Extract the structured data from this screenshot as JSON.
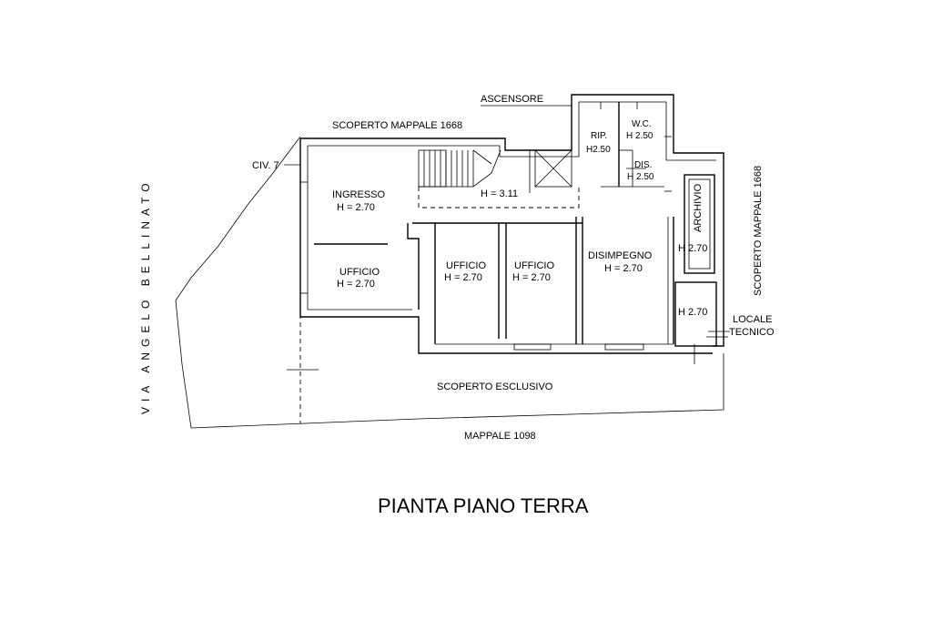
{
  "title": "PIANTA PIANO TERRA",
  "street": "VIA ANGELO BELLINATO",
  "labels": {
    "ascensore": "ASCENSORE",
    "scoperto_top": "SCOPERTO MAPPALE 1668",
    "scoperto_right": "SCOPERTO MAPPALE 1668",
    "civ": "CIV. 7",
    "scoperto_esclusivo": "SCOPERTO ESCLUSIVO",
    "mappale_1098": "MAPPALE 1098",
    "locale": "LOCALE",
    "tecnico": "TECNICO",
    "archivio": "ARCHIVIO"
  },
  "rooms": {
    "ingresso": {
      "name": "INGRESSO",
      "height": "H = 2.70"
    },
    "ufficio1": {
      "name": "UFFICIO",
      "height": "H = 2.70"
    },
    "ufficio2": {
      "name": "UFFICIO",
      "height": "H = 2.70"
    },
    "ufficio3": {
      "name": "UFFICIO",
      "height": "H = 2.70"
    },
    "disimpegno": {
      "name": "DISIMPEGNO",
      "height": "H = 2.70"
    },
    "stair": {
      "height": "H = 3.11"
    },
    "rip": {
      "name": "RIP.",
      "height": "H2.50"
    },
    "wc": {
      "name": "W.C.",
      "height": "H 2.50"
    },
    "dis": {
      "name": "DIS.",
      "height": "H 2.50"
    },
    "archivio": {
      "height": "H 2.70"
    },
    "tecnico_room": {
      "height": "H 2.70"
    }
  }
}
